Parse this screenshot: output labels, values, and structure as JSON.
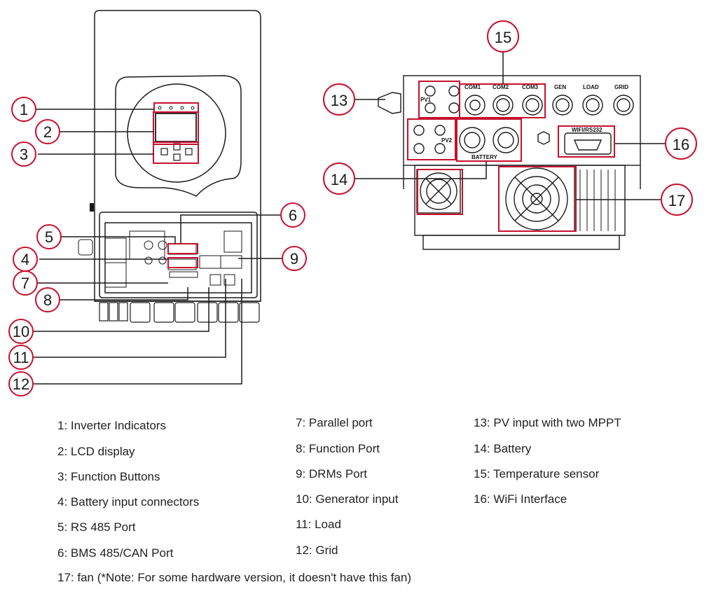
{
  "front_labels": {
    "com1": "COM1",
    "com2": "COM2",
    "com3": "COM3",
    "gen": "GEN",
    "load": "LOAD",
    "grid": "GRID",
    "pv1": "PV1",
    "pv2": "PV2",
    "battery": "BATTERY",
    "wifi": "WIFI/RS232"
  },
  "callouts": [
    "1",
    "2",
    "3",
    "4",
    "5",
    "6",
    "7",
    "8",
    "9",
    "10",
    "11",
    "12",
    "13",
    "14",
    "15",
    "16",
    "17"
  ],
  "legend": [
    "1: Inverter Indicators",
    "2: LCD display",
    "3: Function Buttons",
    "4: Battery input connectors",
    "5: RS 485 Port",
    "6: BMS 485/CAN Port",
    "7: Parallel port",
    "8: Function Port",
    "9: DRMs Port",
    "10: Generator input",
    "11: Load",
    "12: Grid",
    "13: PV input with two MPPT",
    "14: Battery",
    "15: Temperature sensor",
    "16: WiFi Interface",
    "17: fan (*Note: For some hardware version, it doesn't have this fan)"
  ],
  "colors": {
    "callout": "#c8102e",
    "line": "#1a1a1a"
  }
}
